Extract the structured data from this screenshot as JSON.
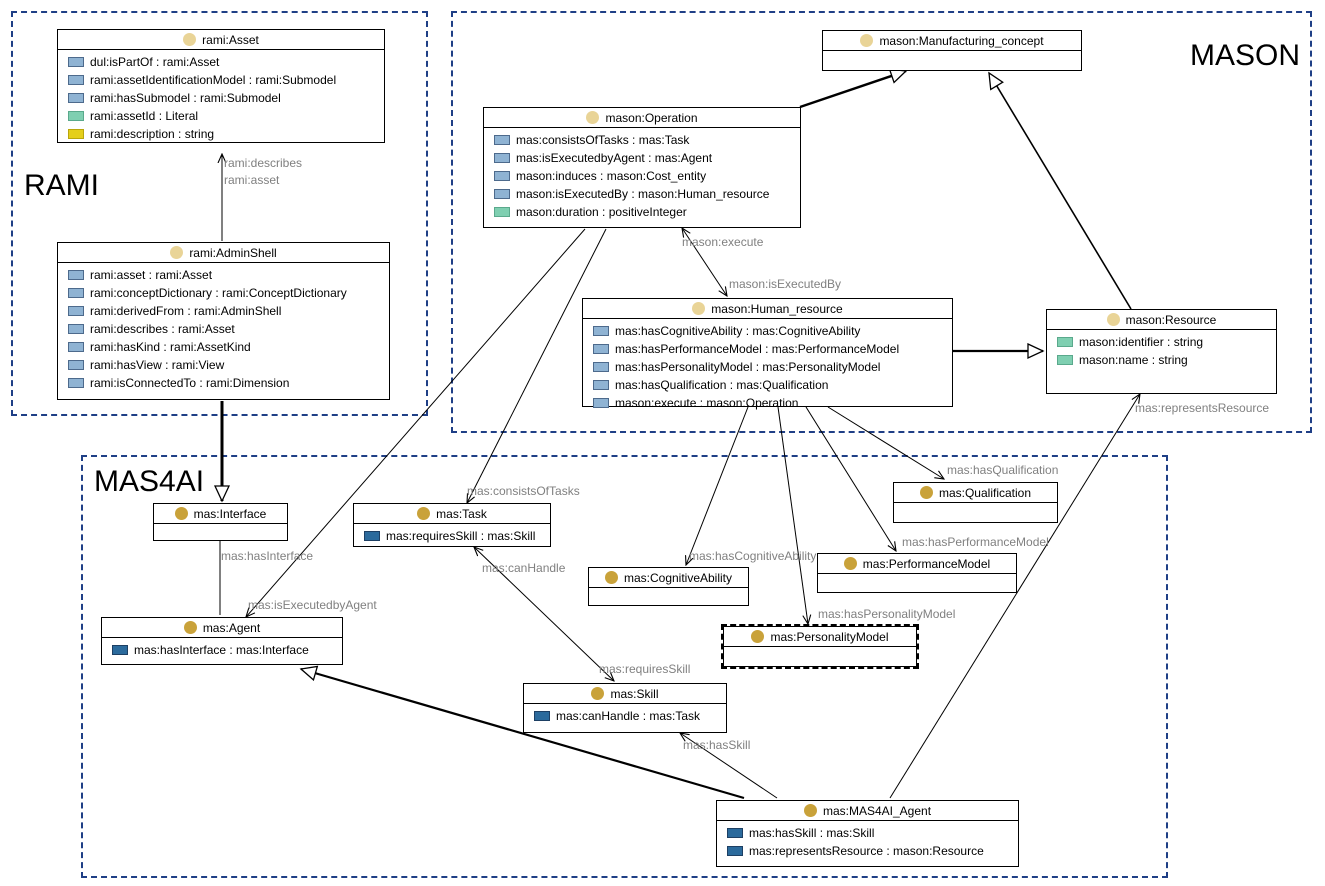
{
  "packages": [
    {
      "id": "rami",
      "label": "RAMI"
    },
    {
      "id": "mason",
      "label": "MASON"
    },
    {
      "id": "mas4ai",
      "label": "MAS4AI"
    }
  ],
  "classes": {
    "asset": {
      "title": "rami:Asset",
      "rows": [
        {
          "text": "dul:isPartOf : rami:Asset",
          "icon": "object-property-icon"
        },
        {
          "text": "rami:assetIdentificationModel : rami:Submodel",
          "icon": "object-property-icon"
        },
        {
          "text": "rami:hasSubmodel : rami:Submodel",
          "icon": "object-property-icon"
        },
        {
          "text": "rami:assetId : Literal",
          "icon": "data-property-icon"
        },
        {
          "text": "rami:description : string",
          "icon": "annotation-property-icon"
        }
      ]
    },
    "adminshell": {
      "title": "rami:AdminShell",
      "rows": [
        {
          "text": "rami:asset : rami:Asset",
          "icon": "object-property-icon"
        },
        {
          "text": "rami:conceptDictionary : rami:ConceptDictionary",
          "icon": "object-property-icon"
        },
        {
          "text": "rami:derivedFrom : rami:AdminShell",
          "icon": "object-property-icon"
        },
        {
          "text": "rami:describes : rami:Asset",
          "icon": "object-property-icon"
        },
        {
          "text": "rami:hasKind : rami:AssetKind",
          "icon": "object-property-icon"
        },
        {
          "text": "rami:hasView : rami:View",
          "icon": "object-property-icon"
        },
        {
          "text": "rami:isConnectedTo : rami:Dimension",
          "icon": "object-property-icon"
        }
      ]
    },
    "manufacturing": {
      "title": "mason:Manufacturing_concept",
      "rows": []
    },
    "operation": {
      "title": "mason:Operation",
      "rows": [
        {
          "text": "mas:consistsOfTasks : mas:Task",
          "icon": "object-property-icon"
        },
        {
          "text": "mas:isExecutedbyAgent : mas:Agent",
          "icon": "object-property-icon"
        },
        {
          "text": "mason:induces : mason:Cost_entity",
          "icon": "object-property-icon"
        },
        {
          "text": "mason:isExecutedBy : mason:Human_resource",
          "icon": "object-property-icon"
        },
        {
          "text": "mason:duration : positiveInteger",
          "icon": "data-property-icon"
        }
      ]
    },
    "human": {
      "title": "mason:Human_resource",
      "rows": [
        {
          "text": "mas:hasCognitiveAbility : mas:CognitiveAbility",
          "icon": "object-property-icon"
        },
        {
          "text": "mas:hasPerformanceModel : mas:PerformanceModel",
          "icon": "object-property-icon"
        },
        {
          "text": "mas:hasPersonalityModel : mas:PersonalityModel",
          "icon": "object-property-icon"
        },
        {
          "text": "mas:hasQualification : mas:Qualification",
          "icon": "object-property-icon"
        },
        {
          "text": "mason:execute : mason:Operation",
          "icon": "object-property-icon"
        }
      ]
    },
    "resource": {
      "title": "mason:Resource",
      "rows": [
        {
          "text": "mason:identifier : string",
          "icon": "data-property-icon"
        },
        {
          "text": "mason:name : string",
          "icon": "data-property-icon"
        }
      ]
    },
    "interface": {
      "title": "mas:Interface",
      "rows": []
    },
    "task": {
      "title": "mas:Task",
      "rows": [
        {
          "text": "mas:requiresSkill : mas:Skill",
          "icon": "object-property-icon"
        }
      ]
    },
    "qualification": {
      "title": "mas:Qualification",
      "rows": []
    },
    "cognitive": {
      "title": "mas:CognitiveAbility",
      "rows": []
    },
    "performance": {
      "title": "mas:PerformanceModel",
      "rows": []
    },
    "agent": {
      "title": "mas:Agent",
      "rows": [
        {
          "text": "mas:hasInterface : mas:Interface",
          "icon": "object-property-icon"
        }
      ]
    },
    "personality": {
      "title": "mas:PersonalityModel",
      "rows": []
    },
    "skill": {
      "title": "mas:Skill",
      "rows": [
        {
          "text": "mas:canHandle : mas:Task",
          "icon": "object-property-icon"
        }
      ]
    },
    "mas4aiagent": {
      "title": "mas:MAS4AI_Agent",
      "rows": [
        {
          "text": "mas:hasSkill : mas:Skill",
          "icon": "object-property-icon"
        },
        {
          "text": "mas:representsResource : mason:Resource",
          "icon": "object-property-icon"
        }
      ]
    }
  },
  "edge_labels": {
    "describes": "rami:describes",
    "asset": "rami:asset",
    "execute": "mason:execute",
    "isExecutedBy": "mason:isExecutedBy",
    "representsResource": "mas:representsResource",
    "consistsOfTasks": "mas:consistsOfTasks",
    "hasQualification": "mas:hasQualification",
    "hasInterface": "mas:hasInterface",
    "canHandle": "mas:canHandle",
    "hasCognitiveAbility": "mas:hasCognitiveAbility",
    "hasPerformanceModel": "mas:hasPerformanceModel",
    "isExecutedbyAgent": "mas:isExecutedbyAgent",
    "hasPersonalityModel": "mas:hasPersonalityModel",
    "requiresSkill": "mas:requiresSkill",
    "hasSkill": "mas:hasSkill"
  },
  "colors": {
    "package_border": "#1f3f86",
    "object_property": "#2b6a9c",
    "object_property_light": "#8fb3d3",
    "data_property": "#7fcfb1",
    "annotation_property": "#e5cf1a",
    "class_dot_rami": "#e9d497",
    "class_dot_mas": "#c9a23a"
  }
}
